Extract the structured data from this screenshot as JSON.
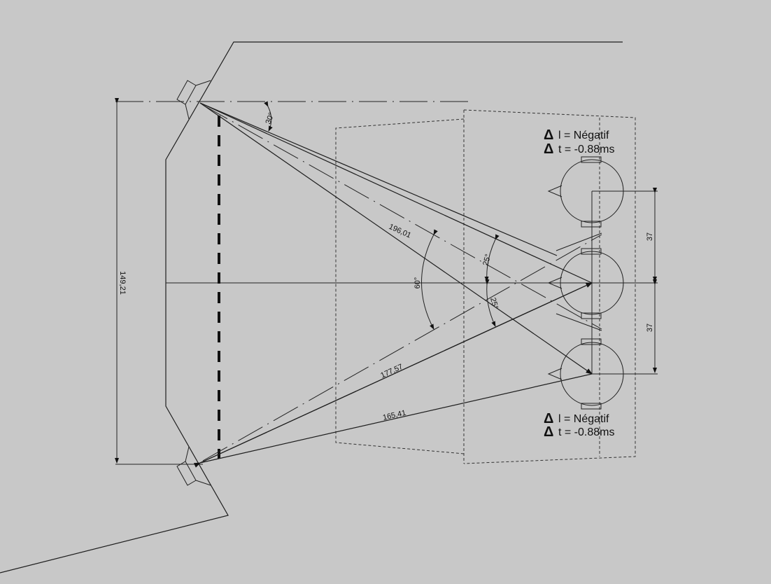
{
  "dimensions": {
    "width_label": "149,21",
    "ray_top_to_bottom": "196,01",
    "ray_bottom_to_center": "177,57",
    "ray_bottom_to_bottom": "165,41",
    "spacing_upper": "37",
    "spacing_lower": "37"
  },
  "angles": {
    "toe_in": "30°",
    "spread": "60°",
    "upper_half": "25°",
    "lower_half": "25°"
  },
  "annotations": {
    "top": {
      "delta_symbol": "Δ",
      "delta_l": "l = Négatif",
      "delta_t": "t = -0.88ms"
    },
    "bottom": {
      "delta_symbol": "Δ",
      "delta_l": "l = Négatif",
      "delta_t": "t = -0.88ms"
    }
  }
}
